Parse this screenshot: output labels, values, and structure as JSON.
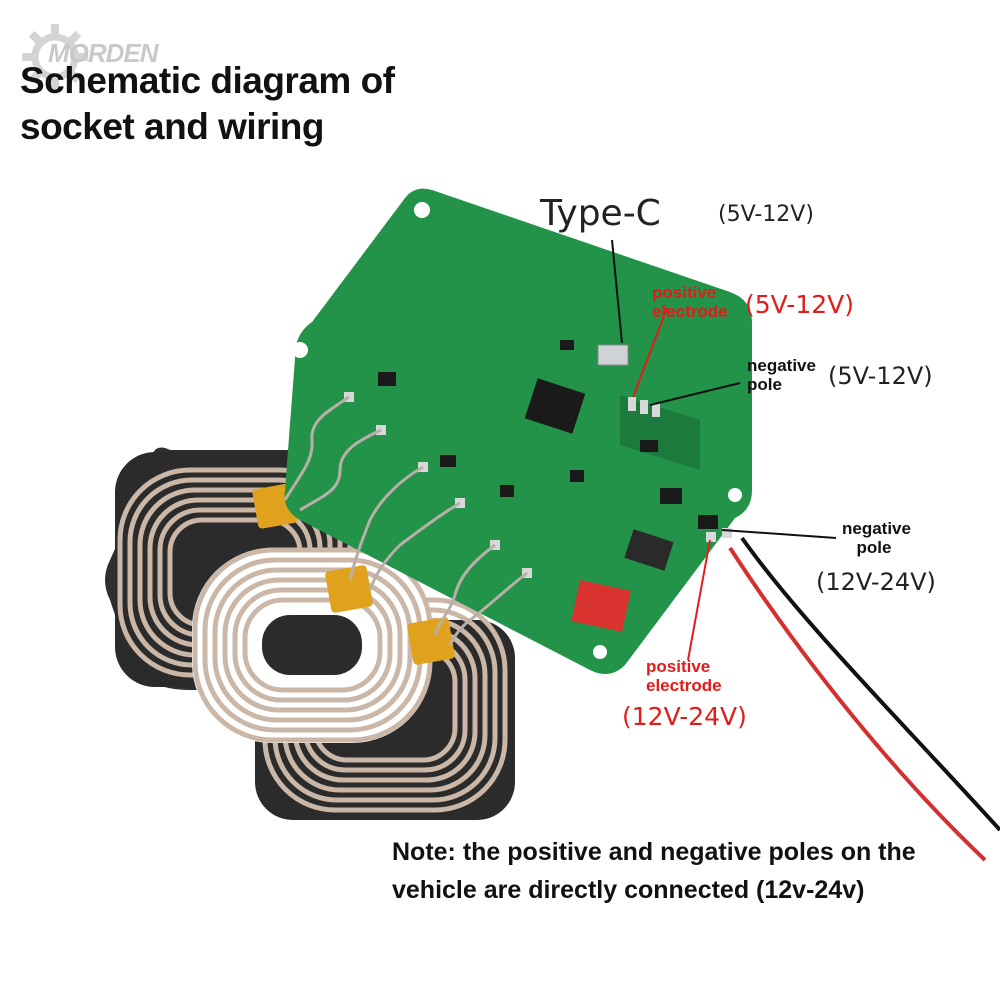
{
  "brand": {
    "logo_text": "MORDEN"
  },
  "title": {
    "line1": "Schematic diagram of",
    "line2": "socket and wiring"
  },
  "labels": {
    "type_c": "Type-C",
    "type_c_voltage": "(5V-12V)",
    "pos_electrode_top_line1": "positive",
    "pos_electrode_top_line2": "electrode",
    "pos_electrode_top_voltage": "(5V-12V)",
    "neg_pole_top_line1": "negative",
    "neg_pole_top_line2": "pole",
    "neg_pole_top_voltage": "(5V-12V)",
    "neg_pole_bottom_line1": "negative",
    "neg_pole_bottom_line2": "pole",
    "neg_pole_bottom_voltage": "(12V-24V)",
    "pos_electrode_bottom_line1": "positive",
    "pos_electrode_bottom_line2": "electrode",
    "pos_electrode_bottom_voltage": "(12V-24V)"
  },
  "note": {
    "line1": "Note: the positive and negative poles on the",
    "line2": "vehicle are directly connected (12v-24v)"
  },
  "colors": {
    "pcb": "#23934a",
    "pcb_dark": "#1b7a3c",
    "coil": "#c9b6a6",
    "tape": "#e0a21c",
    "annotation_red": "#e21b1b",
    "capacitor_red": "#d8332e"
  }
}
